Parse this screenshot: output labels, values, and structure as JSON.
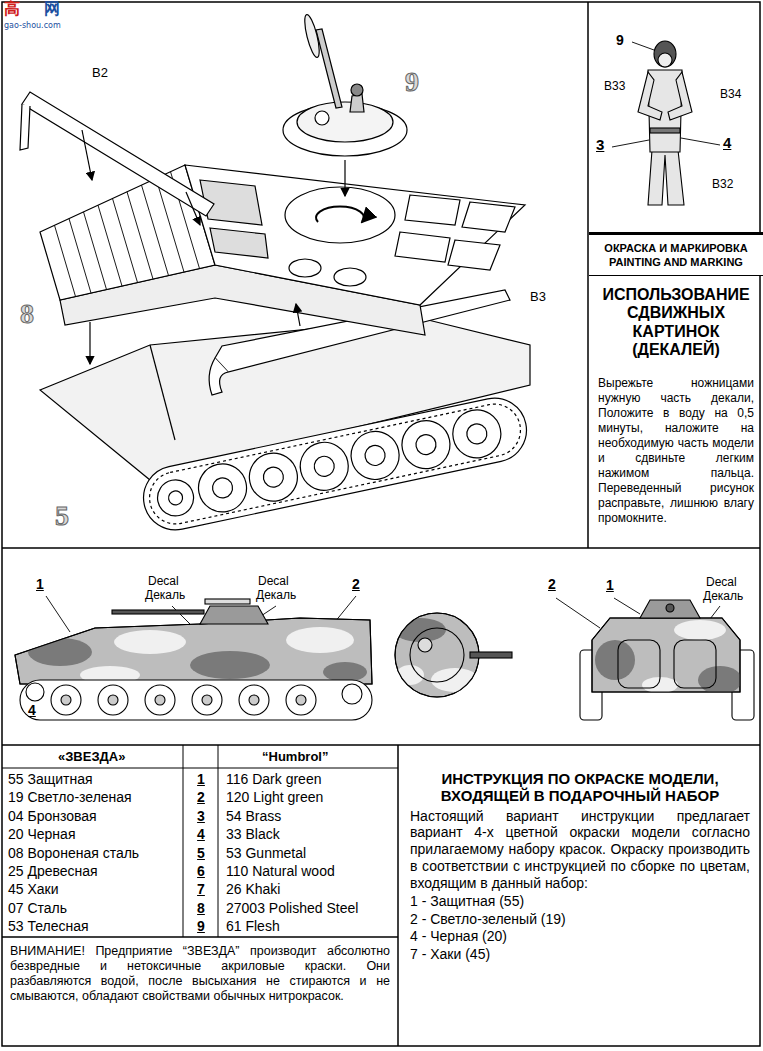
{
  "diagram": {
    "nodes": [
      {
        "text": [
          "ОКРАСКА И МАРКИРОВКА",
          "PAINTING AND MARKING"
        ]
      },
      {
        "text": [
          "ИСПОЛЬЗОВАНИЕ СДВИЖНЫХ КАРТИНОК (ДЕКАЛЕЙ)",
          "Вырежьте ножницами нужную часть декали, Положите в воду на 0,5 минуты, наложите на необходимую часть модели и сдвиньте легким нажимом пальца. Переведенный рисунок расправьте, лишнюю влагу промокните."
        ]
      },
      {
        "text": [
          "ИНСТРУКЦИЯ ПО ОКРАСКЕ МОДЕЛИ, ВХОДЯЩЕЙ В ПОДАРОЧНЫЙ НАБОР",
          "Настоящий вариант инструкции предлагает вариант 4-х цветной окраски модели согласно прилагаемому набору красок. Окраску производить в соответствии с инструкцией по сборке по цветам, входящим в данный набор:",
          "1 - Защитная (55)",
          "2 - Светло-зеленый (19)",
          "4 - Черная (20)",
          "7 - Хаки (45)"
        ]
      },
      {
        "text": [
          "ВНИМАНИЕ! Предприятие “ЗВЕЗДА” производит абсолютно безвредные и нетоксичные акриловые краски. Они разбавляются водой, после высыхания не стираются и не смываются, обладают свойствами обычных нитрокрасок."
        ]
      }
    ],
    "labels": [
      "高",
      "网",
      "gao-shou.com",
      "B2",
      "9",
      "8",
      "B3",
      "5",
      "9",
      "B33",
      "B34",
      "3",
      "4",
      "B32",
      "1",
      "Decal",
      "Декаль",
      "Decal",
      "Декаль",
      "2",
      "4",
      "2",
      "1",
      "Decal",
      "Декаль",
      "«ЗВЕЗДА»",
      "“Humbrol”",
      "55 Защитная",
      "1",
      "116 Dark green",
      "19 Светло-зеленая",
      "2",
      "120 Light green",
      "04 Бронзовая",
      "3",
      "54 Brass",
      "20 Черная",
      "4",
      "33 Black",
      "08 Вороненая сталь",
      "5",
      "53 Gunmetal",
      "25 Древесная",
      "6",
      "110 Natural wood",
      "45 Хаки",
      "7",
      "26 Khaki",
      "07 Сталь",
      "8",
      "27003 Polished Steel",
      "53 Телесная",
      "9",
      "61 Flesh"
    ]
  }
}
